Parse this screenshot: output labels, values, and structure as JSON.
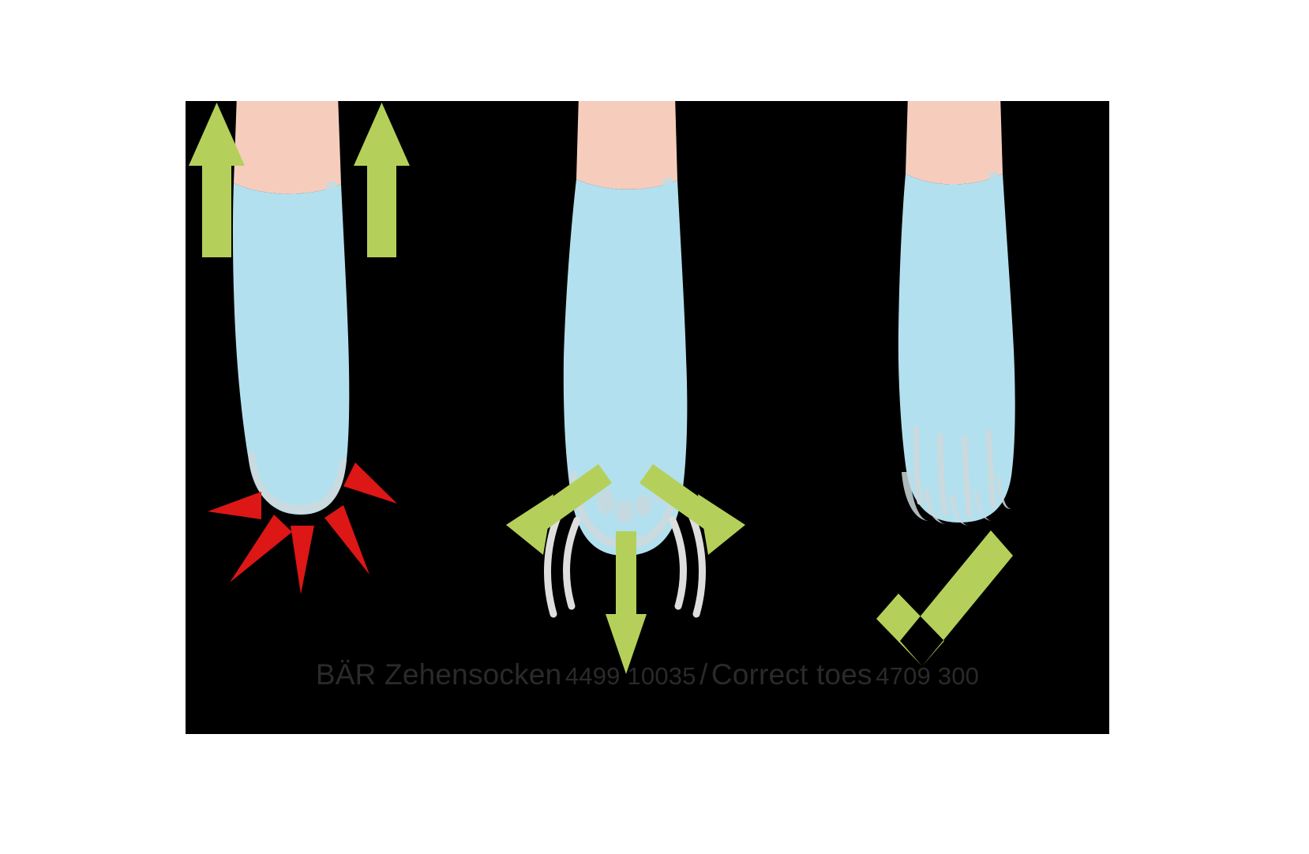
{
  "illustration": {
    "title": "Toe socks comparison illustration",
    "panels": [
      {
        "id": "panel-left",
        "name": "compressed-toes-sock",
        "state": "incorrect",
        "description": "Foot in a standard sock with toes squeezed together",
        "indicators": [
          "up-arrow-left",
          "up-arrow-right",
          "red-pain-spikes"
        ]
      },
      {
        "id": "panel-middle",
        "name": "spreading-toes-sock",
        "state": "transition",
        "description": "Foot in a toe sock with toes beginning to spread",
        "indicators": [
          "motion-arcs-left",
          "motion-arcs-right",
          "diagonal-arrow-left",
          "diagonal-arrow-right",
          "down-arrow"
        ]
      },
      {
        "id": "panel-right",
        "name": "separated-toes-sock",
        "state": "correct",
        "description": "Foot in a toe sock with individually separated toes",
        "indicators": [
          "green-checkmark"
        ]
      }
    ],
    "colors": {
      "background": "#000000",
      "page": "#ffffff",
      "sock": "#b3e0ee",
      "sock_shadow": "#ccd9dc",
      "skin": "#f6cdbd",
      "arrow_green": "#b5d05a",
      "pain_red": "#dd1616",
      "motion_line": "#dedede",
      "caption_text": "#2a2a2a"
    }
  },
  "caption": {
    "brand": "BÄR Zehensocken",
    "brand_code": "4499 10035",
    "separator": "/",
    "product": "Correct toes",
    "product_code": "4709 300",
    "full": "BÄR Zehensocken 4499 10035 / Correct toes 4709 300"
  }
}
